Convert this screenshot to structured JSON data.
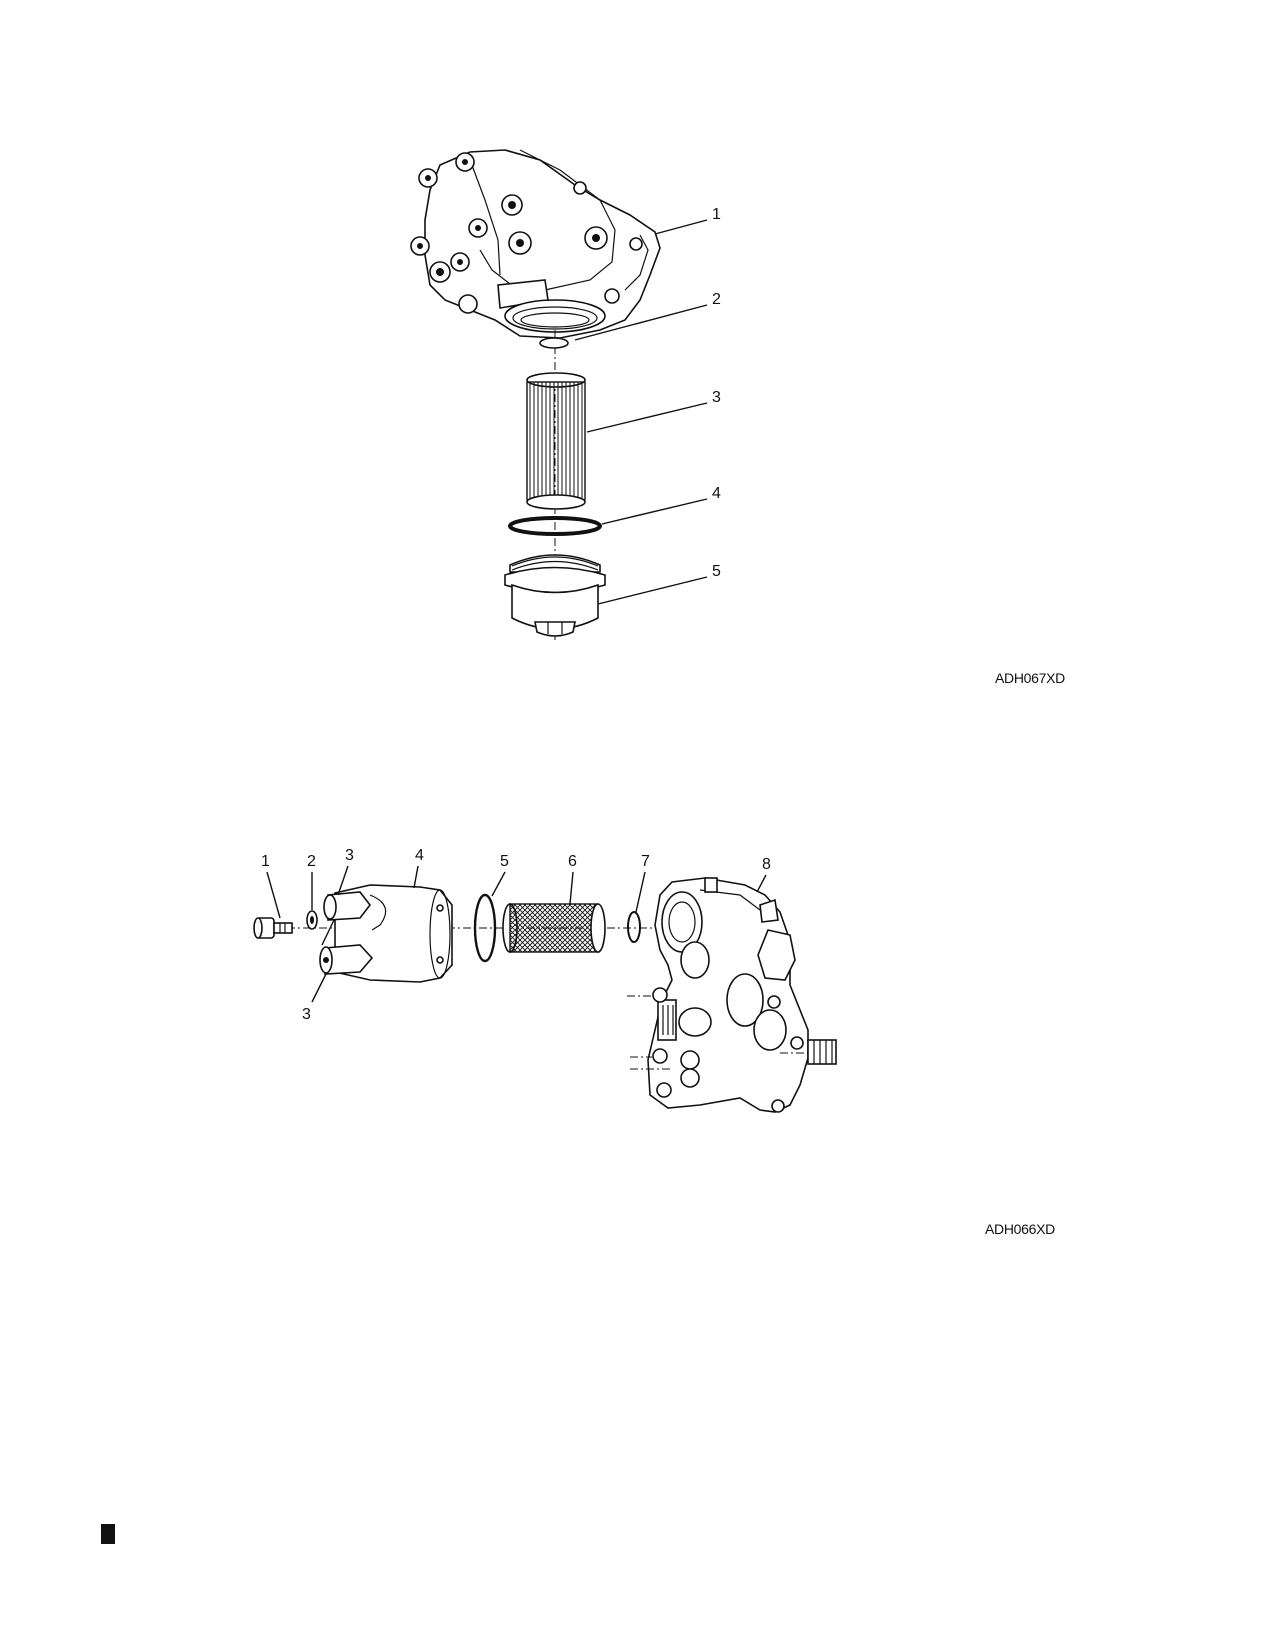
{
  "figures": [
    {
      "code": "ADH067XD",
      "callouts": [
        "1",
        "2",
        "3",
        "4",
        "5"
      ]
    },
    {
      "code": "ADH066XD",
      "callouts": [
        "1",
        "2",
        "3",
        "4",
        "5",
        "6",
        "7",
        "8",
        "3"
      ]
    }
  ]
}
